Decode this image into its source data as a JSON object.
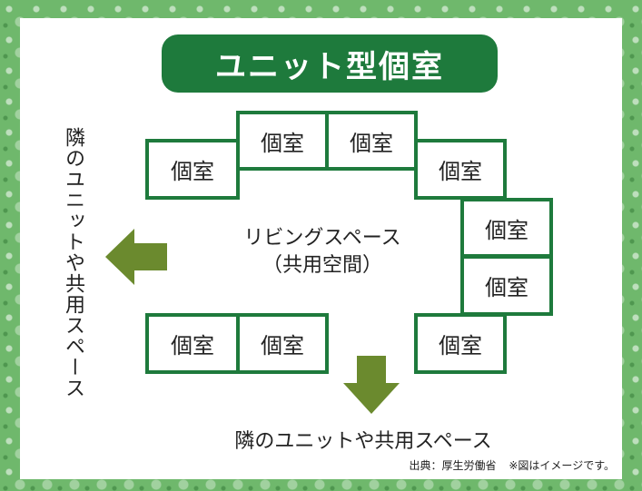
{
  "title": "ユニット型個室",
  "rooms": [
    "個室",
    "個室",
    "個室",
    "個室",
    "個室",
    "個室",
    "個室",
    "個室",
    "個室"
  ],
  "center": {
    "line1": "リビングスペース",
    "line2": "（共用空間）"
  },
  "left_label": "隣のユニットや共用スペース",
  "bottom_label": "隣のユニットや共用スペース",
  "source": {
    "credit": "出典：厚生労働省",
    "note": "※図はイメージです。"
  },
  "colors": {
    "accent": "#1e7a3c",
    "arrow": "#6b8a2e",
    "frame": "#6fb86c"
  }
}
